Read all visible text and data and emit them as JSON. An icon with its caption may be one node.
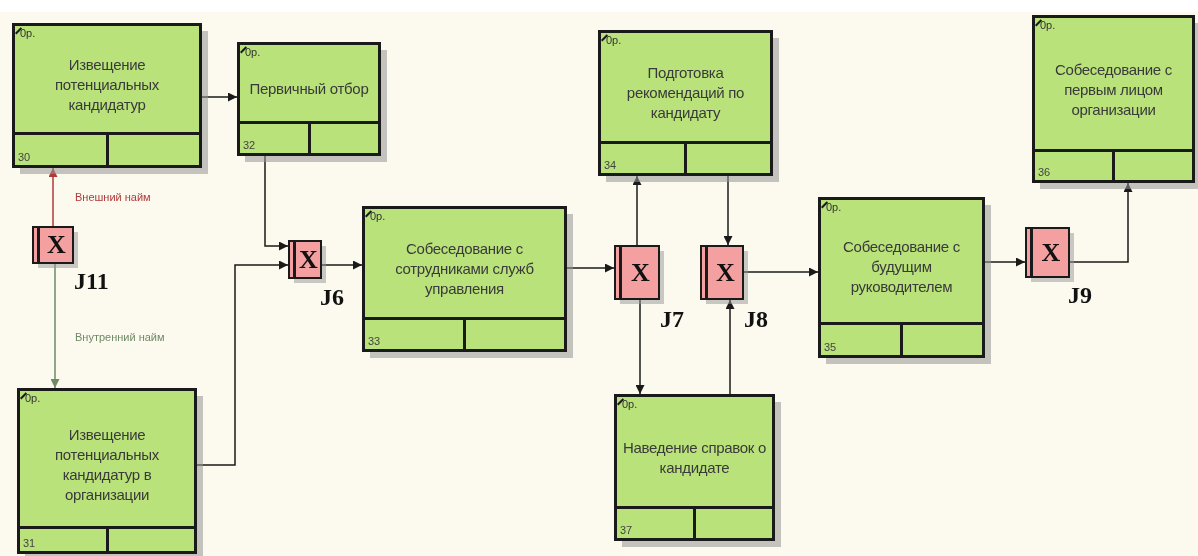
{
  "diagram": {
    "nodes": [
      {
        "text": [
          "0р.",
          "Извещение потенциальных кандидатур",
          "30"
        ]
      },
      {
        "text": [
          "0р.",
          "Первичный отбор",
          "32"
        ]
      },
      {
        "text": [
          "0р.",
          "Подготовка рекомендаций по кандидату",
          "34"
        ]
      },
      {
        "text": [
          "0р.",
          "Собеседование с первым лицом организации",
          "36"
        ]
      },
      {
        "text": [
          "X"
        ],
        "beside": [
          "J11"
        ]
      },
      {
        "text": [
          "X"
        ],
        "beside": [
          "J6"
        ]
      },
      {
        "text": [
          "0р.",
          "Собеседование с сотрудниками служб управления",
          "33"
        ]
      },
      {
        "text": [
          "X"
        ],
        "beside": [
          "J7"
        ]
      },
      {
        "text": [
          "X"
        ],
        "beside": [
          "J8"
        ]
      },
      {
        "text": [
          "0р.",
          "Собеседование с будущим руководителем",
          "35"
        ]
      },
      {
        "text": [
          "X"
        ],
        "beside": [
          "J9"
        ]
      },
      {
        "text": [
          "0р.",
          "Извещение потенциальных кандидатур в организации",
          "31"
        ]
      },
      {
        "text": [
          "0р.",
          "Наведение справок о кандидате",
          "37"
        ]
      }
    ],
    "edges": [
      {
        "from": 4,
        "to": 0,
        "arrow": "to",
        "label": "Внешний найм",
        "color": "#b03a3a"
      },
      {
        "from": 4,
        "to": 11,
        "arrow": "to",
        "label": "Внутренний найм",
        "color": "#6f8a66"
      },
      {
        "from": 0,
        "to": 1,
        "arrow": "to"
      },
      {
        "from": 1,
        "to": 5,
        "arrow": "to"
      },
      {
        "from": 11,
        "to": 5,
        "arrow": "to"
      },
      {
        "from": 5,
        "to": 6,
        "arrow": "to"
      },
      {
        "from": 6,
        "to": 7,
        "arrow": "to"
      },
      {
        "from": 7,
        "to": 2,
        "arrow": "to"
      },
      {
        "from": 7,
        "to": 12,
        "arrow": "to"
      },
      {
        "from": 2,
        "to": 8,
        "arrow": "to"
      },
      {
        "from": 12,
        "to": 8,
        "arrow": "to"
      },
      {
        "from": 8,
        "to": 9,
        "arrow": "to"
      },
      {
        "from": 9,
        "to": 10,
        "arrow": "to"
      },
      {
        "from": 10,
        "to": 3,
        "arrow": "to"
      }
    ]
  }
}
